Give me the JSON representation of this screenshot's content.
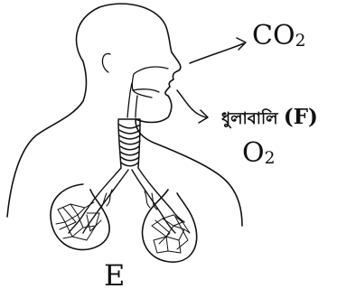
{
  "diagram": {
    "label_co2": {
      "main": "CO",
      "sub": "2"
    },
    "label_o2": {
      "main": "O",
      "sub": "2"
    },
    "label_dust": {
      "word": "ধুলাবালি",
      "paren": "(F)"
    },
    "label_e": "E",
    "colors": {
      "ink": "#111111",
      "background": "#ffffff"
    }
  }
}
